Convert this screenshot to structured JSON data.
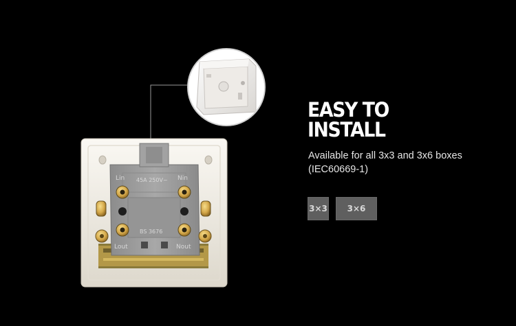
{
  "headline": {
    "line1": "EASY TO",
    "line2": "INSTALL"
  },
  "description": {
    "line1": "Available for all 3x3 and 3x6 boxes",
    "line2": "(IEC60669-1)"
  },
  "box_sizes": [
    {
      "label": "3×3"
    },
    {
      "label": "3×6"
    }
  ],
  "socket_labels": {
    "l_in": "Lin",
    "n_in": "Nin",
    "rating": "45A 250V~",
    "standard": "BS 3676",
    "l_out": "Lout",
    "n_out": "Nout"
  },
  "colors": {
    "background": "#000000",
    "button": "#5f5f5f",
    "plate": "#f4f1ea",
    "terminal_block": "#9a9a9a",
    "brass": "#d4a84a"
  }
}
